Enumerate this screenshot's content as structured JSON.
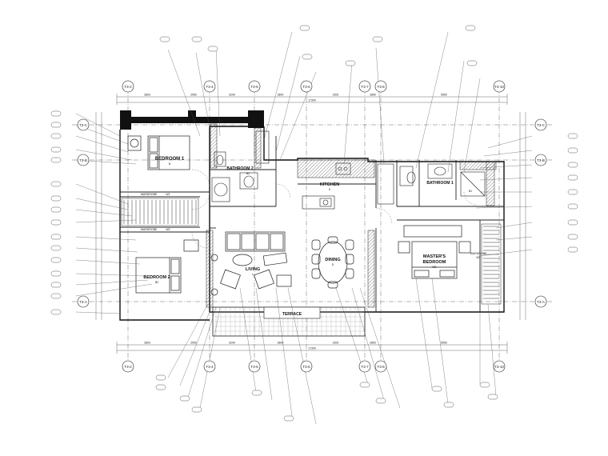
{
  "rooms": {
    "bedroom1": {
      "name": "BEDROOM 1",
      "sub": "B"
    },
    "bathroom2": {
      "name": "BATHROOM 2",
      "sub": "B2"
    },
    "kitchen": {
      "name": "KITCHEN",
      "sub": "K"
    },
    "bathroom1": {
      "name": "BATHROOM 1",
      "sub": "B1"
    },
    "wardrobe1": {
      "name": "WARDROBE",
      "sub": "W1"
    },
    "wardrobe2": {
      "name": "WARDROBE",
      "sub": "W2"
    },
    "wardrobe3": {
      "name": "WARDROBE",
      "sub": "W3"
    },
    "bedroom2": {
      "name": "BEDROOM 2",
      "sub": "B2"
    },
    "living": {
      "name": "LIVING",
      "sub": "L"
    },
    "dining": {
      "name": "DINING",
      "sub": "D"
    },
    "master": {
      "name": "MASTER'S",
      "name2": "BEDROOM",
      "sub": "MB"
    },
    "terrace": {
      "name": "TERRACE"
    }
  },
  "grid_labels": [
    "T3-2",
    "T3-4",
    "T3-5",
    "T3-6",
    "T3-7",
    "T3-8",
    "T3-10"
  ],
  "row_labels": [
    "T3-C",
    "T3-B",
    "T3-A"
  ],
  "dims_top": [
    "2800",
    "2950",
    "3200",
    "2800",
    "1500",
    "2850",
    "5550"
  ],
  "total_dim": "17300"
}
